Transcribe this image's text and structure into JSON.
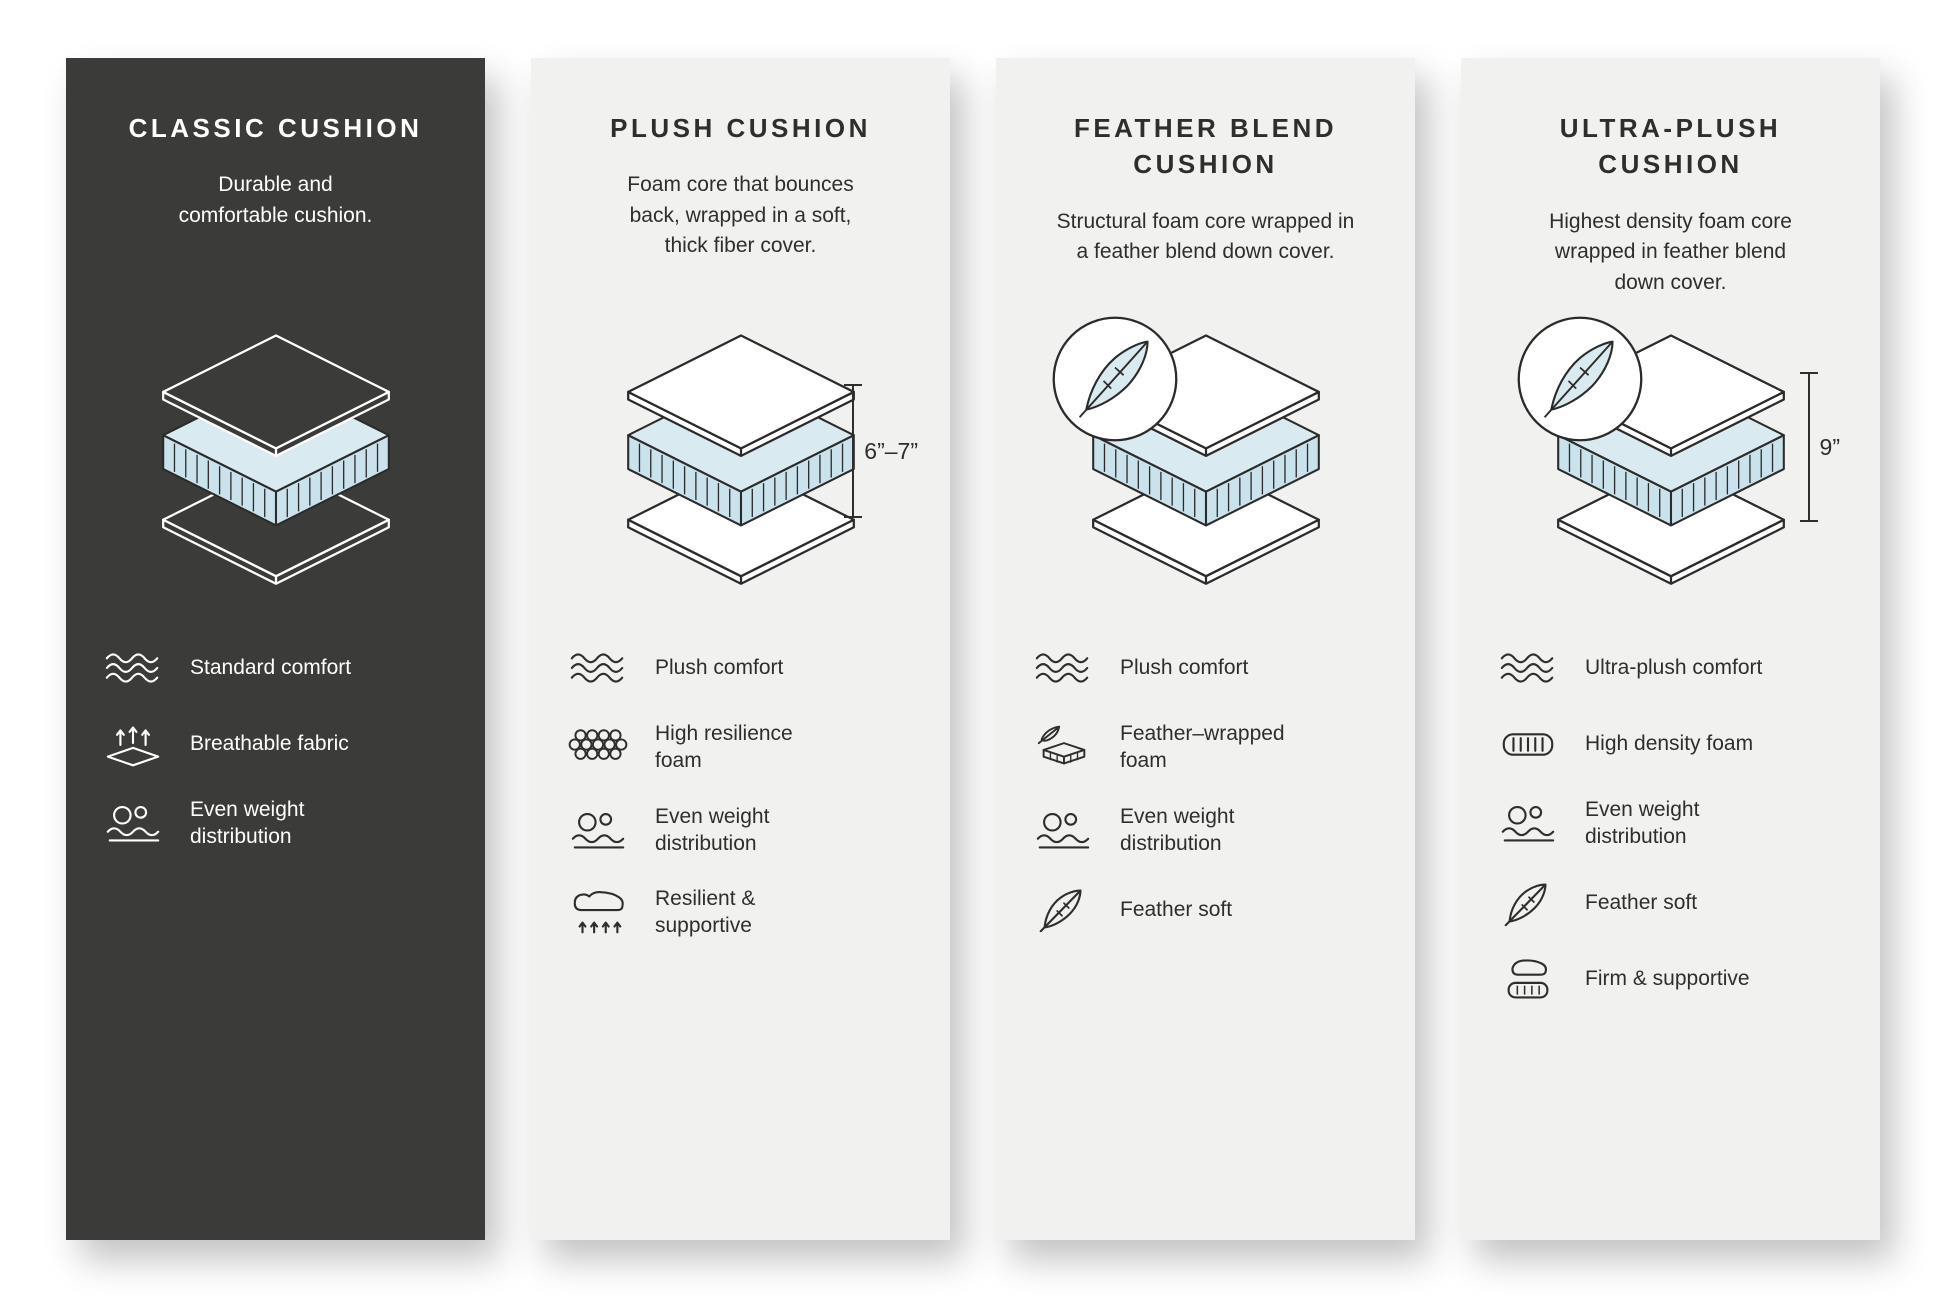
{
  "cards": [
    {
      "id": "classic-cushion",
      "theme": "dark",
      "title": "CLASSIC CUSHION",
      "description": "Durable and\ncomfortable cushion.",
      "features": [
        {
          "icon": "comfort-waves-icon",
          "label": "Standard comfort"
        },
        {
          "icon": "breathable-fabric-icon",
          "label": "Breathable fabric"
        },
        {
          "icon": "weight-distribution-icon",
          "label": "Even weight\ndistribution"
        }
      ]
    },
    {
      "id": "plush-cushion",
      "theme": "light",
      "title": "PLUSH CUSHION",
      "description": "Foam core that bounces\nback, wrapped in a soft,\nthick fiber cover.",
      "measurement": "6”–7”",
      "features": [
        {
          "icon": "comfort-waves-icon",
          "label": "Plush comfort"
        },
        {
          "icon": "resilience-foam-icon",
          "label": "High resilience\nfoam"
        },
        {
          "icon": "weight-distribution-icon",
          "label": "Even weight\ndistribution"
        },
        {
          "icon": "hand-press-icon",
          "label": "Resilient &\nsupportive"
        }
      ]
    },
    {
      "id": "feather-blend-cushion",
      "theme": "light",
      "title": "FEATHER BLEND\nCUSHION",
      "description": "Structural foam core wrapped in\na feather blend down cover.",
      "feather_badge": true,
      "features": [
        {
          "icon": "comfort-waves-icon",
          "label": "Plush comfort"
        },
        {
          "icon": "feather-foam-icon",
          "label": "Feather–wrapped\nfoam"
        },
        {
          "icon": "weight-distribution-icon",
          "label": "Even weight\ndistribution"
        },
        {
          "icon": "feather-icon",
          "label": "Feather soft"
        }
      ]
    },
    {
      "id": "ultra-plush-cushion",
      "theme": "light",
      "title": "ULTRA-PLUSH\nCUSHION",
      "description": "Highest density foam core\nwrapped in feather blend\ndown cover.",
      "measurement": "9”",
      "feather_badge": true,
      "features": [
        {
          "icon": "comfort-waves-icon",
          "label": "Ultra-plush comfort"
        },
        {
          "icon": "density-foam-icon",
          "label": "High density foam"
        },
        {
          "icon": "weight-distribution-icon",
          "label": "Even weight\ndistribution"
        },
        {
          "icon": "feather-icon",
          "label": "Feather soft"
        },
        {
          "icon": "firm-support-icon",
          "label": "Firm & supportive"
        }
      ]
    }
  ],
  "colors": {
    "page_bg": "#FFFFFF",
    "dark_card_bg": "#3B3B39",
    "light_card_bg": "#F1F1F0",
    "foam_top": "#D9EBF1",
    "foam_side": "#C9E2EC",
    "line_dark": "#2B2B2B",
    "line_light": "#FFFFFF"
  }
}
